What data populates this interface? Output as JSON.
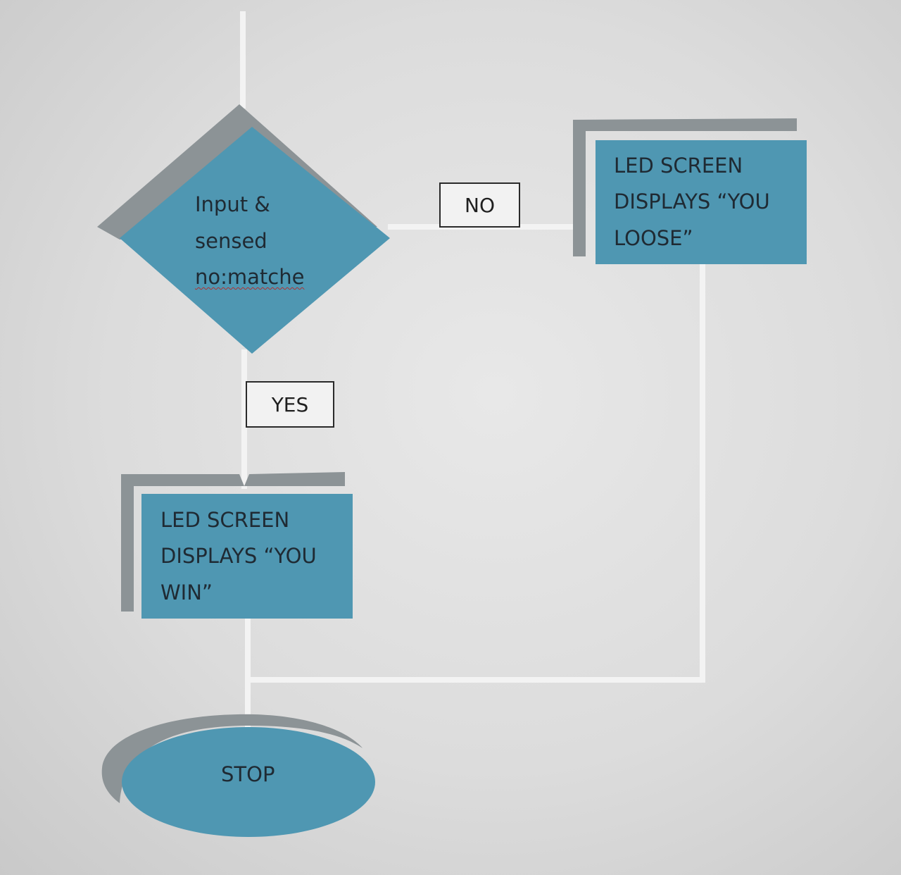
{
  "colors": {
    "shape_fill": "#4f97b2",
    "shape_shadow": "#8c9396",
    "connector": "#f4f4f4",
    "background": "#dcdcdc"
  },
  "decision": {
    "line1": "Input &",
    "line2": "sensed",
    "line3": "no:matche"
  },
  "labels": {
    "no": "NO",
    "yes": "YES"
  },
  "lose_box": {
    "line1": "LED SCREEN",
    "line2": "DISPLAYS “YOU",
    "line3": "LOOSE”"
  },
  "win_box": {
    "line1": "LED SCREEN",
    "line2": "DISPLAYS “YOU",
    "line3": "WIN”"
  },
  "terminator": {
    "label": "STOP"
  }
}
